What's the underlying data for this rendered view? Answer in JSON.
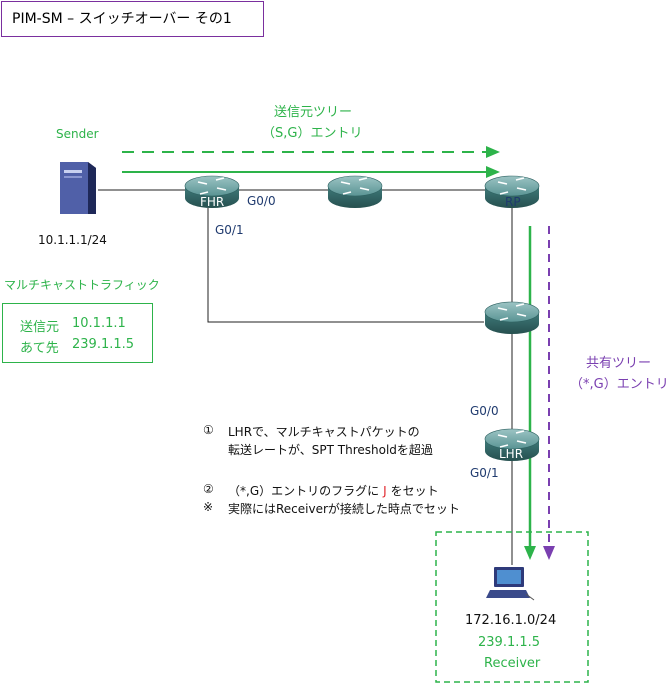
{
  "title": "PIM-SM – スイッチオーバー その1",
  "sender": {
    "label": "Sender",
    "ip": "10.1.1.1/24"
  },
  "source_tree": {
    "line1": "送信元ツリー",
    "line2": "（S,G）エントリ"
  },
  "shared_tree": {
    "line1": "共有ツリー",
    "line2": "（*,G）エントリ"
  },
  "routers": {
    "fhr": "FHR",
    "rp": "RP",
    "lhr": "LHR"
  },
  "interfaces": {
    "fhr_g00": "G0/0",
    "fhr_g01": "G0/1",
    "lhr_g00": "G0/0",
    "lhr_g01": "G0/1"
  },
  "multicast_traffic": {
    "heading": "マルチキャストトラフィック",
    "src_label": "送信元",
    "src_value": "10.1.1.1",
    "dst_label": "あて先",
    "dst_value": "239.1.1.5"
  },
  "notes": {
    "n1_mark": "①",
    "n1_line1": "LHRで、マルチキャストパケットの",
    "n1_line2": "転送レートが、SPT Thresholdを超過",
    "n2_mark": "②",
    "n2_pre": "（*,G）エントリのフラグに",
    "n2_flag": "J",
    "n2_post": "をセット",
    "n3_mark": "※",
    "n3_text": "実際にはReceiverが接続した時点でセット"
  },
  "receiver": {
    "subnet": "172.16.1.0/24",
    "group": "239.1.1.5",
    "label": "Receiver"
  },
  "colors": {
    "green": "#2db34a",
    "purple": "#7a3fb0",
    "title_border": "#7a2f9e",
    "router": "#4a8c8c"
  }
}
